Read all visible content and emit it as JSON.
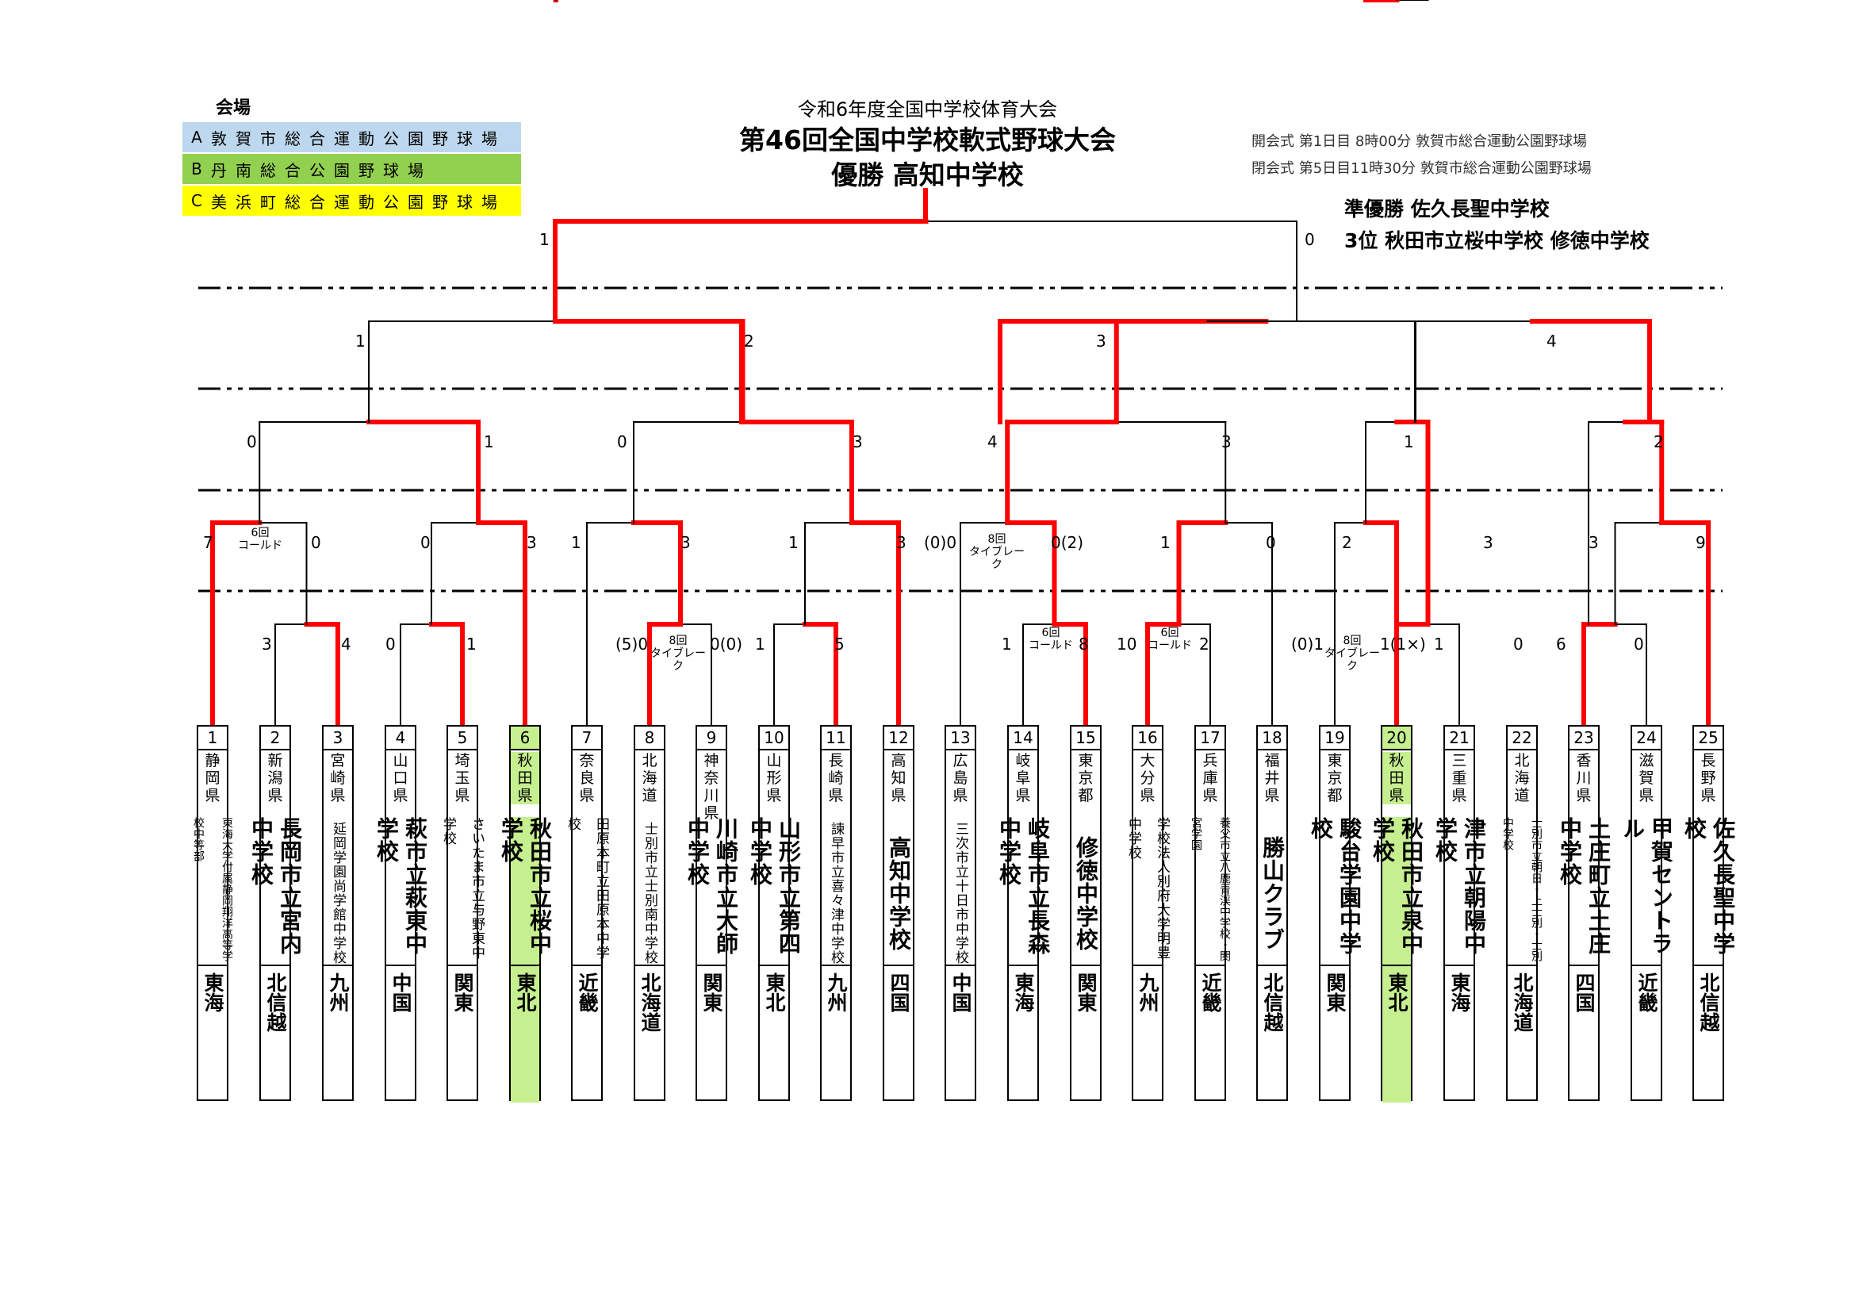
{
  "venues": {
    "label": "会場",
    "items": [
      {
        "code": "A",
        "name": "敦賀市総合運動公園野球場",
        "color": "#bdd7ee"
      },
      {
        "code": "B",
        "name": "丹南総合公園野球場",
        "color": "#92d050"
      },
      {
        "code": "C",
        "name": "美浜町総合運動公園野球場",
        "color": "#ffff00"
      }
    ]
  },
  "header": {
    "subtitle": "令和6年度全国中学校体育大会",
    "title": "第46回全国中学校軟式野球大会",
    "champion": "優勝 高知中学校"
  },
  "ceremonies": {
    "opening": "開会式 第1日目 8時00分 敦賀市総合運動公園野球場",
    "closing": "閉会式 第5日目11時30分 敦賀市総合運動公園野球場"
  },
  "results": {
    "runner_up": "準優勝 佐久長聖中学校",
    "third": "3位 秋田市立桜中学校 修徳中学校"
  },
  "colors": {
    "bracket_win": "#ff0000",
    "bracket_line": "#000000",
    "highlight": "#c6ef8f"
  },
  "teams": [
    {
      "num": "1",
      "pref": "静岡県",
      "school": "東海大学付属静岡翔洋高等学校中等部",
      "block": "東海",
      "size": "small"
    },
    {
      "num": "2",
      "pref": "新潟県",
      "school": "長岡市立宮内中学校",
      "block": "北信越"
    },
    {
      "num": "3",
      "pref": "宮崎県",
      "school": "延岡学園尚学館中学校",
      "block": "九州",
      "size": "mid"
    },
    {
      "num": "4",
      "pref": "山口県",
      "school": "萩市立萩東中学校",
      "block": "中国"
    },
    {
      "num": "5",
      "pref": "埼玉県",
      "school": "さいたま市立与野東中学校",
      "block": "関東",
      "size": "mid"
    },
    {
      "num": "6",
      "pref": "秋田県",
      "school": "秋田市立桜中学校",
      "block": "東北",
      "highlight": true
    },
    {
      "num": "7",
      "pref": "奈良県",
      "school": "田原本町立田原本中学校",
      "block": "近畿",
      "size": "mid"
    },
    {
      "num": "8",
      "pref": "北海道",
      "school": "士別市立士別南中学校",
      "block": "北海道",
      "size": "mid"
    },
    {
      "num": "9",
      "pref": "神奈川県",
      "school": "川崎市立大師中学校",
      "block": "関東"
    },
    {
      "num": "10",
      "pref": "山形県",
      "school": "山形市立第四中学校",
      "block": "東北"
    },
    {
      "num": "11",
      "pref": "長崎県",
      "school": "諫早市立喜々津中学校",
      "block": "九州",
      "size": "mid"
    },
    {
      "num": "12",
      "pref": "高知県",
      "school": "高知中学校",
      "block": "四国"
    },
    {
      "num": "13",
      "pref": "広島県",
      "school": "三次市立十日市中学校",
      "block": "中国",
      "size": "mid"
    },
    {
      "num": "14",
      "pref": "岐阜県",
      "school": "岐阜市立長森中学校",
      "block": "東海"
    },
    {
      "num": "15",
      "pref": "東京都",
      "school": "修徳中学校",
      "block": "関東"
    },
    {
      "num": "16",
      "pref": "大分県",
      "school": "学校法人別府大学明豊中学校",
      "block": "九州",
      "size": "mid"
    },
    {
      "num": "17",
      "pref": "兵庫県",
      "school": "養父市立八鹿青渓中学校・関宮学園",
      "block": "近畿",
      "size": "small"
    },
    {
      "num": "18",
      "pref": "福井県",
      "school": "勝山クラブ",
      "block": "北信越"
    },
    {
      "num": "19",
      "pref": "東京都",
      "school": "駿台学園中学校",
      "block": "関東"
    },
    {
      "num": "20",
      "pref": "秋田県",
      "school": "秋田市立泉中学校",
      "block": "東北",
      "highlight": true
    },
    {
      "num": "21",
      "pref": "三重県",
      "school": "津市立朝陽中学校",
      "block": "東海"
    },
    {
      "num": "22",
      "pref": "北海道",
      "school": "士別市立朝日・上士別・士別中学校",
      "block": "北海道",
      "size": "small"
    },
    {
      "num": "23",
      "pref": "香川県",
      "school": "土庄町立土庄中学校",
      "block": "四国"
    },
    {
      "num": "24",
      "pref": "滋賀県",
      "school": "甲賀セントラル",
      "block": "近畿"
    },
    {
      "num": "25",
      "pref": "長野県",
      "school": "佐久長聖中学校",
      "block": "北信越"
    }
  ],
  "scores": [
    {
      "text": "1"
    },
    {
      "text": "0"
    },
    {
      "text": "1"
    },
    {
      "text": "2"
    },
    {
      "text": "3"
    },
    {
      "text": "4"
    },
    {
      "text": "0"
    },
    {
      "text": "1"
    },
    {
      "text": "0"
    },
    {
      "text": "3"
    },
    {
      "text": "4"
    },
    {
      "text": "3"
    },
    {
      "text": "1"
    },
    {
      "text": "2"
    },
    {
      "text": "7"
    },
    {
      "text": "0"
    },
    {
      "text": "0"
    },
    {
      "text": "3"
    },
    {
      "text": "1"
    },
    {
      "text": "3"
    },
    {
      "text": "1"
    },
    {
      "text": "3"
    },
    {
      "text": "(0)0"
    },
    {
      "text": "0(2)"
    },
    {
      "text": "1"
    },
    {
      "text": "0"
    },
    {
      "text": "2"
    },
    {
      "text": "3"
    },
    {
      "text": "3"
    },
    {
      "text": "9"
    },
    {
      "text": "3"
    },
    {
      "text": "4"
    },
    {
      "text": "0"
    },
    {
      "text": "1"
    },
    {
      "text": "(5)0"
    },
    {
      "text": "0(0)"
    },
    {
      "text": "1"
    },
    {
      "text": "5"
    },
    {
      "text": "1"
    },
    {
      "text": "8"
    },
    {
      "text": "10"
    },
    {
      "text": "2"
    },
    {
      "text": "(0)1"
    },
    {
      "text": "1(1×)"
    },
    {
      "text": "1"
    },
    {
      "text": "0"
    },
    {
      "text": "6"
    },
    {
      "text": "0"
    }
  ],
  "notes": [
    {
      "text": "6回\nコールド"
    },
    {
      "text": "8回\nタイブレーク"
    },
    {
      "text": "8回\nタイブレーク"
    },
    {
      "text": "6回\nコールド"
    },
    {
      "text": "6回\nコールド"
    },
    {
      "text": "8回\nタイブレーク"
    }
  ]
}
